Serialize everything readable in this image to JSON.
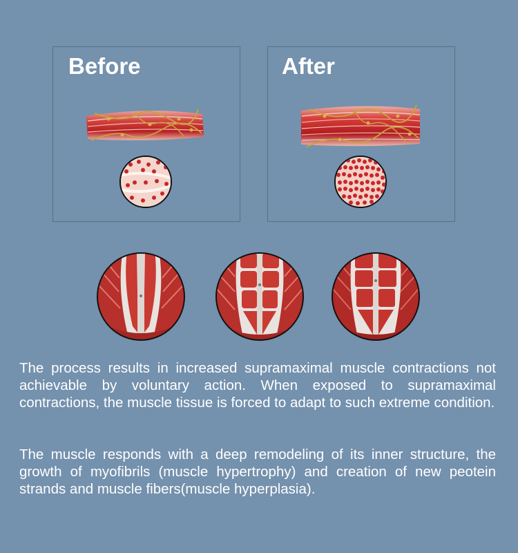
{
  "panels": {
    "before_title": "Before",
    "after_title": "After"
  },
  "images": {
    "before_fiber": "muscle-fiber-illustration",
    "before_cross_section": "sparse-cross-section-illustration",
    "after_fiber": "muscle-fiber-illustration",
    "after_cross_section": "dense-cross-section-illustration",
    "abdominals": [
      "abdominal-muscles-stage-1",
      "abdominal-muscles-stage-2",
      "abdominal-muscles-stage-3"
    ]
  },
  "body_text": {
    "paragraph_1": "The process results in increased supramaximal muscle contractions not achievable by voluntary action. When exposed to supramaximal contractions, the muscle tissue is forced to adapt to such extreme condition.",
    "paragraph_2": "The muscle responds with a deep remodeling of its inner structure, the growth of myofibrils (muscle hypertrophy) and creation of new peotein strands and muscle fibers(muscle hyperplasia)."
  },
  "colors": {
    "background": "#7491ad",
    "muscle_red": "#c8262a",
    "nerve_gold": "#c9a23a"
  }
}
